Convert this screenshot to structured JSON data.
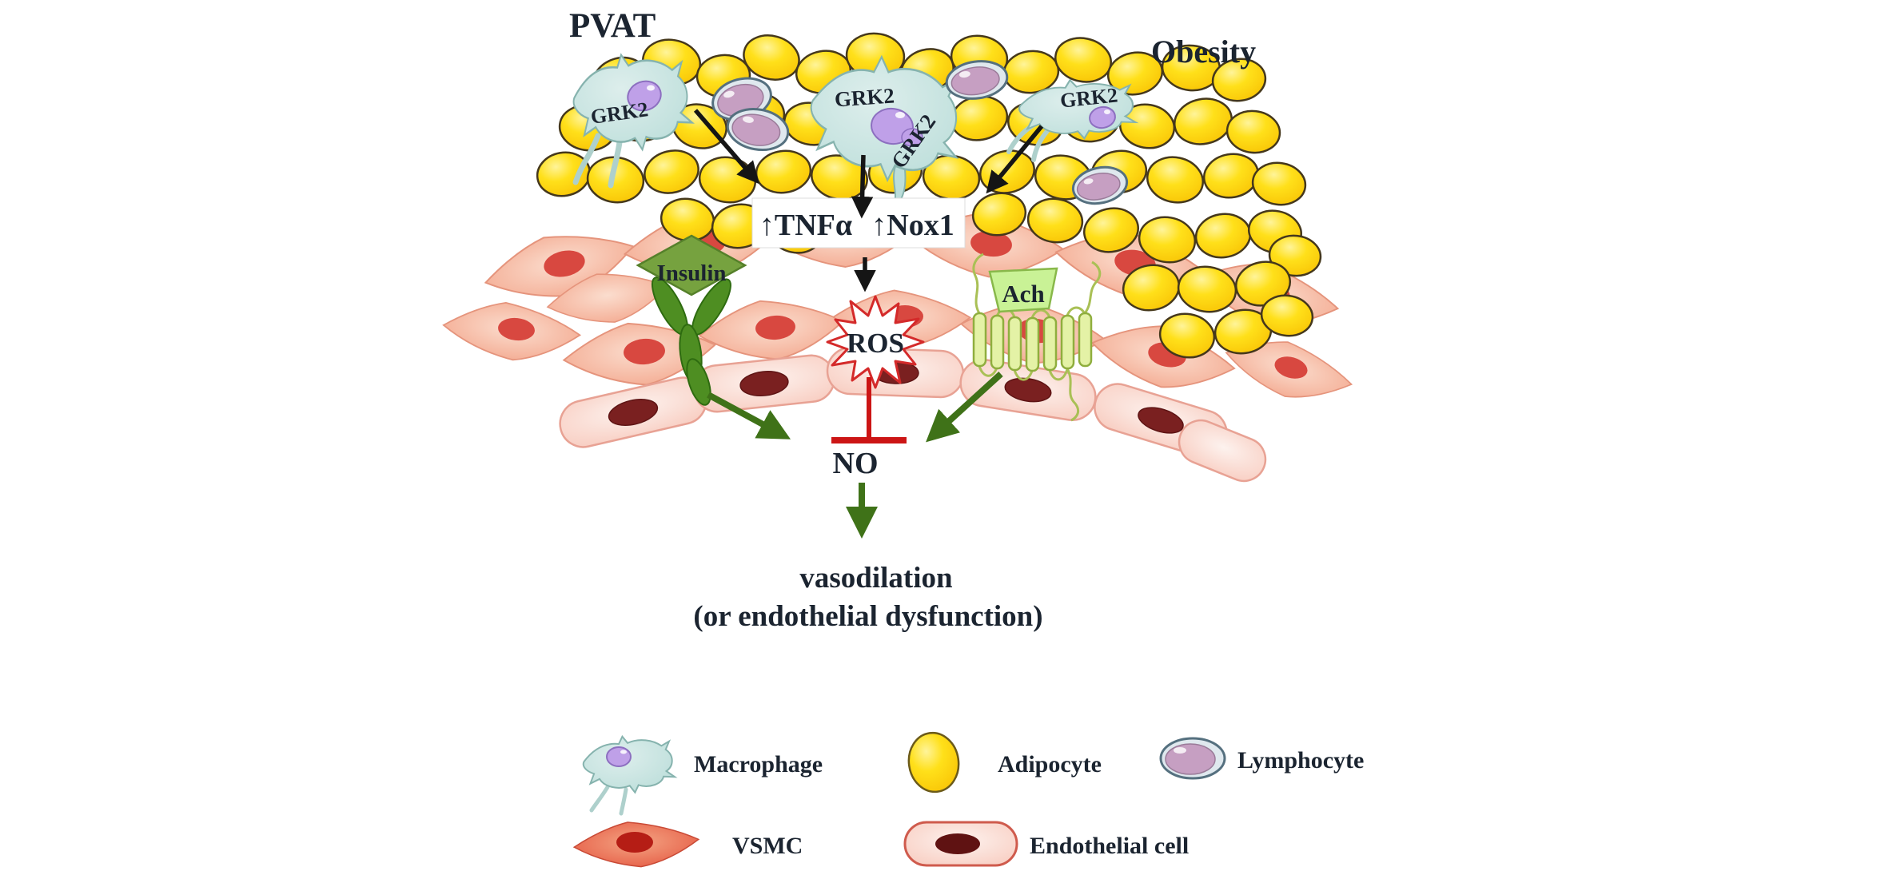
{
  "diagram": {
    "pvat_label": "PVAT",
    "obesity_label": "Obesity",
    "grk2_label": "GRK2",
    "tnf_label": "↑TNFα",
    "nox_label": "↑Nox1",
    "insulin_label": "Insulin",
    "ach_label": "Ach",
    "ros_label": "ROS",
    "no_label": "NO",
    "outcome_line1": "vasodilation",
    "outcome_line2": "(or endothelial dysfunction)"
  },
  "legend": {
    "macrophage": "Macrophage",
    "adipocyte": "Adipocyte",
    "lymphocyte": "Lymphocyte",
    "vsmc": "VSMC",
    "endothelial": "Endothelial cell"
  },
  "colors": {
    "adipocyte_yellow": "#ffe01a",
    "macrophage_blue": "#c8e4e2",
    "lymphocyte_mauve": "#c69fc2",
    "vsmc_salmon": "#f2a289",
    "endothelial_pink": "#f8cabe",
    "nucleus_red": "#d84840",
    "endothelial_nucleus_maroon": "#7a2020",
    "arrow_black": "#151515",
    "arrow_green": "#3f7218",
    "inhibition_red": "#cc1515",
    "insulin_diamond_green": "#76a23f",
    "ach_tag_green": "#c9f296",
    "receptor_dark_green": "#4e8e22",
    "text_dark": "#1b2430"
  }
}
